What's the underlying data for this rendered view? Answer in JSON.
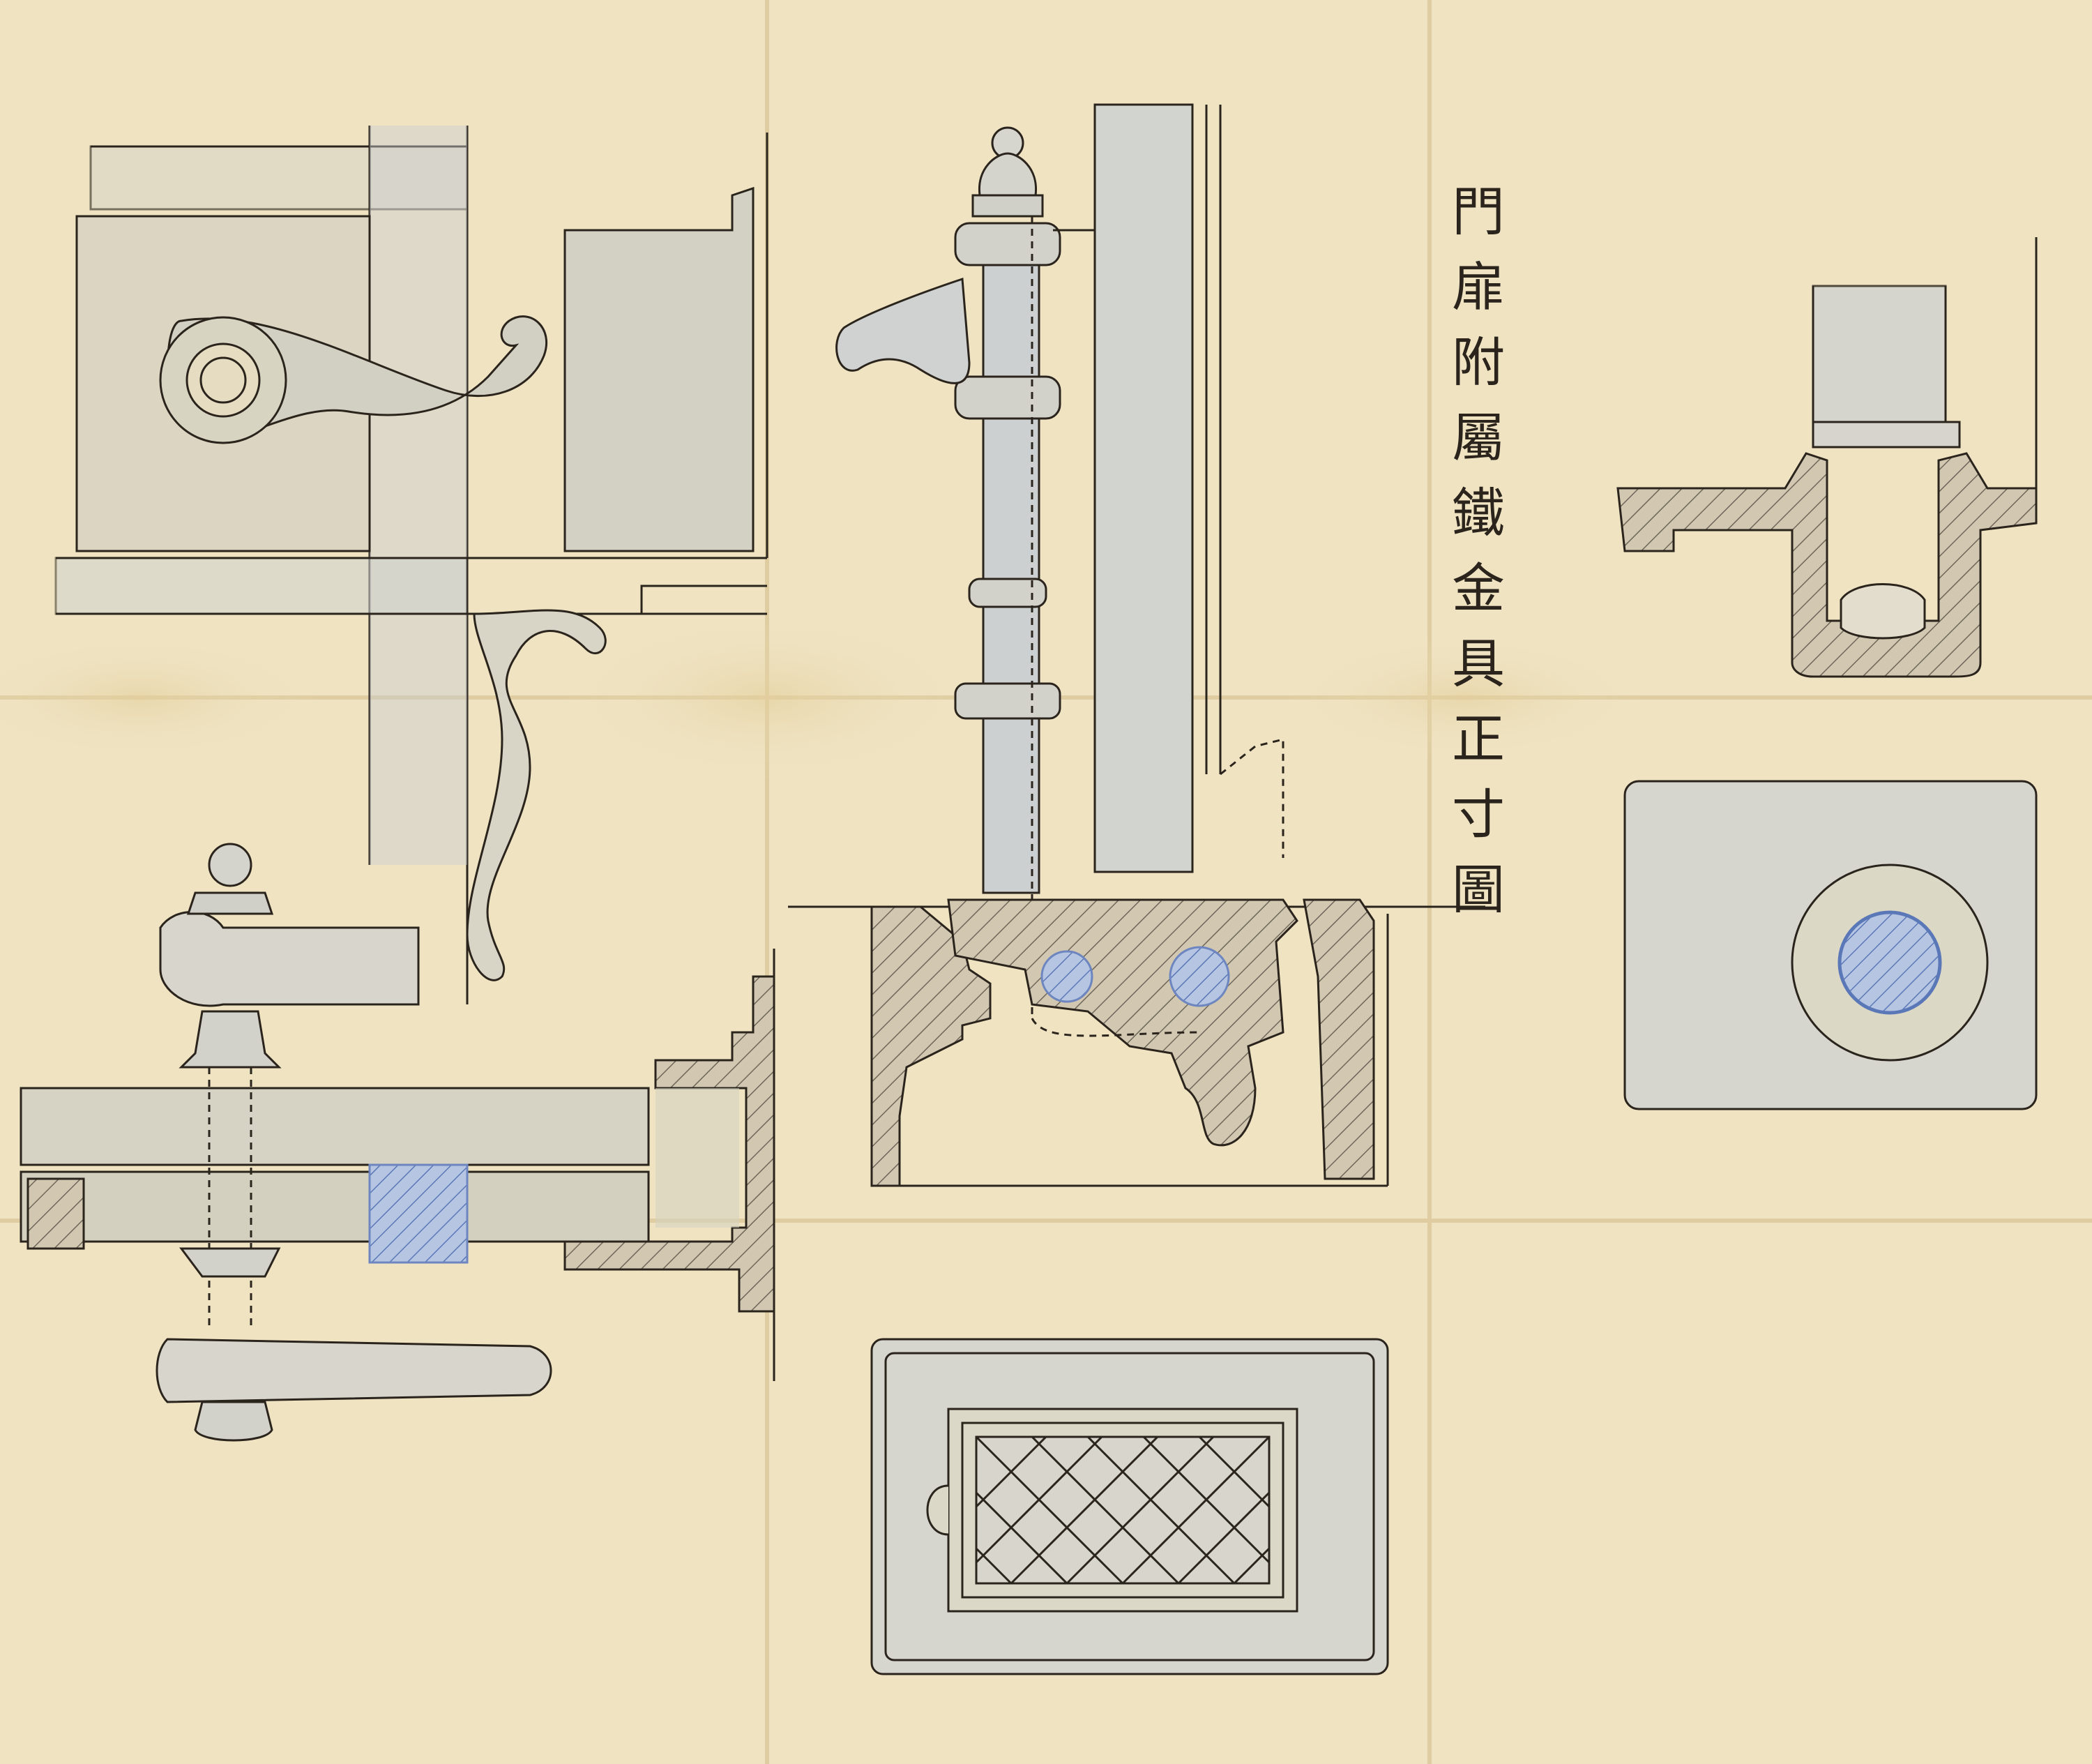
{
  "drawing": {
    "title_chars": [
      "門",
      "扉",
      "附",
      "屬",
      "鐵",
      "金",
      "具",
      "正",
      "寸",
      "圖"
    ]
  },
  "colors": {
    "paper": "#efe3c2",
    "ink": "#2a241c",
    "gray_wash": "#c9c4b4",
    "blue_wash": "#a8c0dc",
    "hatch_blue": "#7896c8",
    "section_fill": "#c8c0ac"
  }
}
